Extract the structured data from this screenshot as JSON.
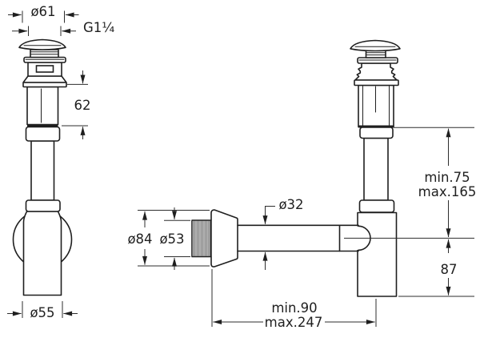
{
  "drawing": {
    "colors": {
      "background": "#ffffff",
      "line": "#1f1f1f",
      "dimension": "#2e2e2e"
    },
    "labels": {
      "cap_diameter": "ø61",
      "thread": "G1¼",
      "waste_height": "62",
      "cup_diameter": "ø55",
      "flange_diameter": "ø84",
      "wall_tube_diameter": "ø53",
      "pipe_diameter": "ø32",
      "vertical_min": "min.75",
      "vertical_max": "max.165",
      "trap_height": "87",
      "horizontal_min": "min.90",
      "horizontal_max": "max.247"
    }
  }
}
